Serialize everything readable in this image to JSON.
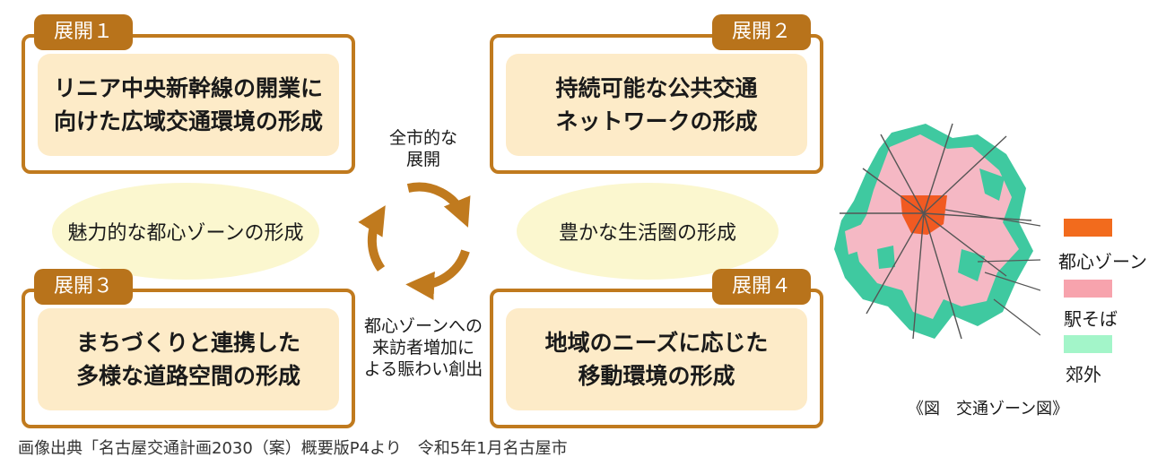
{
  "cards": [
    {
      "tag": "展開１",
      "text": "リニア中央新幹線の開業に\n向けた広域交通環境の形成"
    },
    {
      "tag": "展開２",
      "text": "持続可能な公共交通\nネットワークの形成"
    },
    {
      "tag": "展開３",
      "text": "まちづくりと連携した\n多様な道路空間の形成"
    },
    {
      "tag": "展開４",
      "text": "地域のニーズに応じた\n移動環境の形成"
    }
  ],
  "ellipses": {
    "left": "魅力的な都心ゾーンの形成",
    "right": "豊かな生活圏の形成"
  },
  "center": {
    "top": "全市的な\n展開",
    "bottom": "都心ゾーンへの\n来訪者増加に\nよる賑わい創出"
  },
  "legend": [
    {
      "label": "都心ゾーン",
      "color": "#f26b1d"
    },
    {
      "label": "駅そば",
      "color": "#f7a3ad"
    },
    {
      "label": "郊外",
      "color": "#a3f5c9"
    }
  ],
  "colors": {
    "border": "#c07a1e",
    "tag": "#b8731b",
    "inner": "#fdebc8",
    "ellipse": "#fbf7cf",
    "arrow": "#c07a1e",
    "suburb_map": "#3fc9a0",
    "station_map": "#f5b8c4",
    "core_map": "#f15a22"
  },
  "map_caption": "《図　交通ゾーン図》",
  "source": "画像出典「名古屋交通計画2030（案）概要版P4より　令和5年1月名古屋市"
}
